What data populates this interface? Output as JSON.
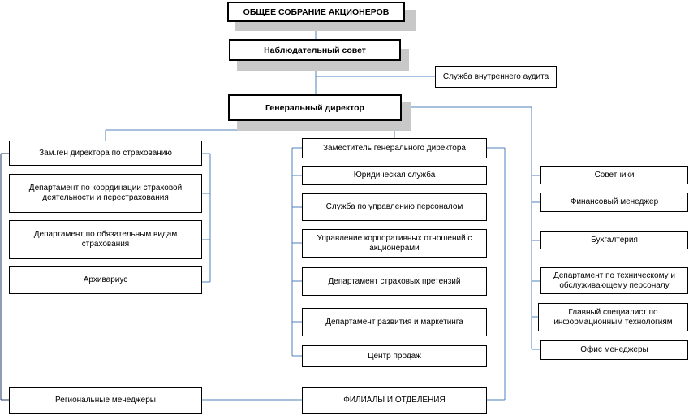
{
  "colors": {
    "connector": "#4f81bd",
    "connector_dark": "#1f3864",
    "box_border": "#000000",
    "shadow": "#c8c8c8"
  },
  "nodes": {
    "shareholders_meeting": "ОБЩЕЕ СОБРАНИЕ АКЦИОНЕРОВ",
    "supervisory_board": "Наблюдательный совет",
    "internal_audit": "Служба внутреннего аудита",
    "general_director": "Генеральный директор",
    "deputy_insurance": "Зам.ген директора по страхованию",
    "dept_coordination": "Департамент по координации страховой деятельности и перестрахования",
    "dept_mandatory": "Департамент по обязательным видам страхования",
    "archivist": "Архивариус",
    "regional_managers": "Региональные менеджеры",
    "deputy_general": "Заместитель генерального директора",
    "legal_service": "Юридическая служба",
    "hr_service": "Служба по управлению персоналом",
    "corporate_relations": "Управление корпоративных отношений с акционерами",
    "claims_dept": "Департамент страховых претензий",
    "development_dept": "Департамент развития и маркетинга",
    "sales_center": "Центр продаж",
    "branches": "ФИЛИАЛЫ И ОТДЕЛЕНИЯ",
    "advisors": "Советники",
    "finance_manager": "Финансовый менеджер",
    "accounting": "Бухгалтерия",
    "technical_dept": "Департамент по техническому и обслуживающему персоналу",
    "it_specialist": "Главный специалист по информационным технологиям",
    "office_managers": "Офис менеджеры"
  }
}
